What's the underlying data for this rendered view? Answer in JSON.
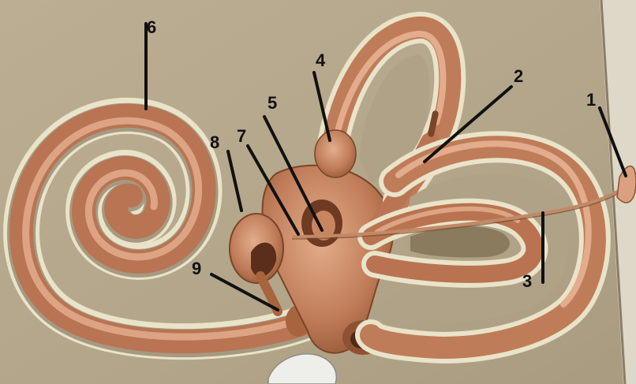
{
  "labels": [
    {
      "id": "1",
      "text": "1"
    },
    {
      "id": "2",
      "text": "2"
    },
    {
      "id": "3",
      "text": "3"
    },
    {
      "id": "4",
      "text": "4"
    },
    {
      "id": "5",
      "text": "5"
    },
    {
      "id": "6",
      "text": "6"
    },
    {
      "id": "7",
      "text": "7"
    },
    {
      "id": "8",
      "text": "8"
    },
    {
      "id": "9",
      "text": "9"
    }
  ],
  "colors": {
    "background": "#b7a98f",
    "tube_dark": "#a05f3c",
    "tube_mid": "#c98863",
    "tube_light": "#e2ad8c",
    "rim": "#e8e2c8",
    "shadow": "#6f6048",
    "label": "#111111"
  }
}
